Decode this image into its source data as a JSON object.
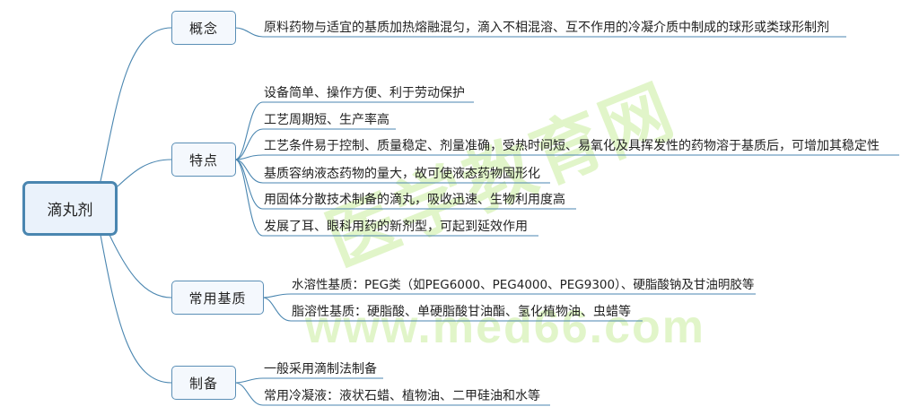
{
  "root": {
    "label": "滴丸剂"
  },
  "branches": [
    {
      "label": "概念",
      "leaves": [
        "原料药物与适宜的基质加热熔融混匀，滴入不相混溶、互不作用的冷凝介质中制成的球形或类球形制剂"
      ]
    },
    {
      "label": "特点",
      "leaves": [
        "设备简单、操作方便、利于劳动保护",
        "工艺周期短、生产率高",
        "工艺条件易于控制、质量稳定、剂量准确，受热时间短、易氧化及具挥发性的药物溶于基质后，可增加其稳定性",
        "基质容纳液态药物的量大，故可使液态药物固形化",
        "用固体分散技术制备的滴丸，吸收迅速、生物利用度高",
        "发展了耳、眼科用药的新剂型，可起到延效作用"
      ]
    },
    {
      "label": "常用基质",
      "leaves": [
        "水溶性基质：PEG类（如PEG6000、PEG4000、PEG9300）、硬脂酸钠及甘油明胶等",
        "脂溶性基质：硬脂酸、单硬脂酸甘油酯、氢化植物油、虫蜡等"
      ]
    },
    {
      "label": "制备",
      "leaves": [
        "一般采用滴制法制备",
        "常用冷凝液：液状石蜡、植物油、二甲硅油和水等"
      ]
    }
  ],
  "watermark": {
    "text_cn": "医学教育网",
    "text_url": "www.med66.com"
  },
  "colors": {
    "link": "#4a86b0",
    "node_border": "#5b8fb6",
    "root_fill": "#eaf2fb",
    "node_fill": "#f4f8fd",
    "watermark": "#d8f2b8"
  }
}
